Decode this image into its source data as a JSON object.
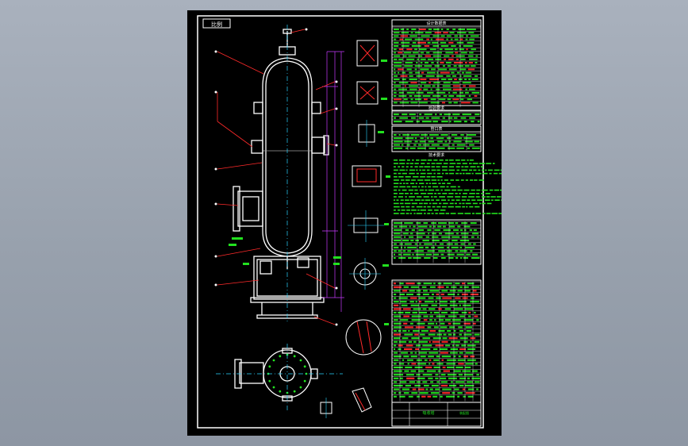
{
  "app": {
    "title": "CAD drawing viewer"
  },
  "drawing": {
    "stamp": "比例",
    "tables": {
      "design_data_title": "设计数据表",
      "inspection_title": "检验要求",
      "nozzles_title": "管口表",
      "tech_req_title": "技术要求",
      "title_block_name": "吸收塔",
      "title_block_sub": "装配图"
    },
    "colors": {
      "sheet": "#000000",
      "frame": "#ffffff",
      "annotation": "#22e11f",
      "leader": "#ff2a2a",
      "centerline": "#2ad4ff",
      "dimension": "#c83aff"
    }
  }
}
